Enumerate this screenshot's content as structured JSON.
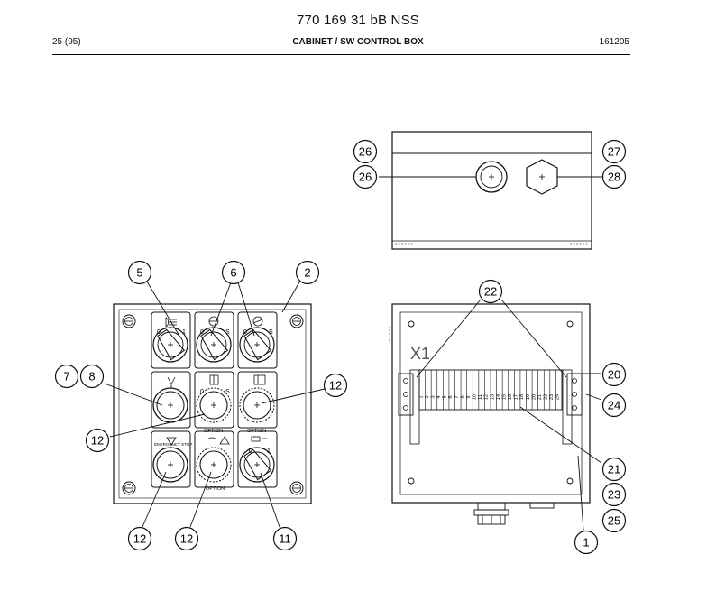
{
  "header": {
    "doc_number": "770 169 31 bB NSS",
    "page": "25 (95)",
    "section": "CABINET / SW CONTROL BOX",
    "date": "161205"
  },
  "box_label": "X1",
  "panel_labels": {
    "option_mid": "OPTION",
    "option_right": "OPTION",
    "option_bottom": "OPTION",
    "emergency_stop": "EMERGENCY STOP",
    "switch_0": "0",
    "switch_1": "1",
    "switch_s": "S"
  },
  "terminal_numbers": [
    "1",
    "2",
    "3",
    "4",
    "5",
    "6",
    "7",
    "8",
    "9",
    "10",
    "11",
    "12",
    "13",
    "14",
    "15",
    "16",
    "17",
    "18",
    "19",
    "20",
    "21",
    "22",
    "23",
    "24"
  ],
  "callouts": [
    "26",
    "27",
    "26",
    "28",
    "5",
    "6",
    "2",
    "22",
    "7",
    "8",
    "12",
    "20",
    "24",
    "12",
    "21",
    "23",
    "25",
    "12",
    "12",
    "11",
    "1"
  ]
}
